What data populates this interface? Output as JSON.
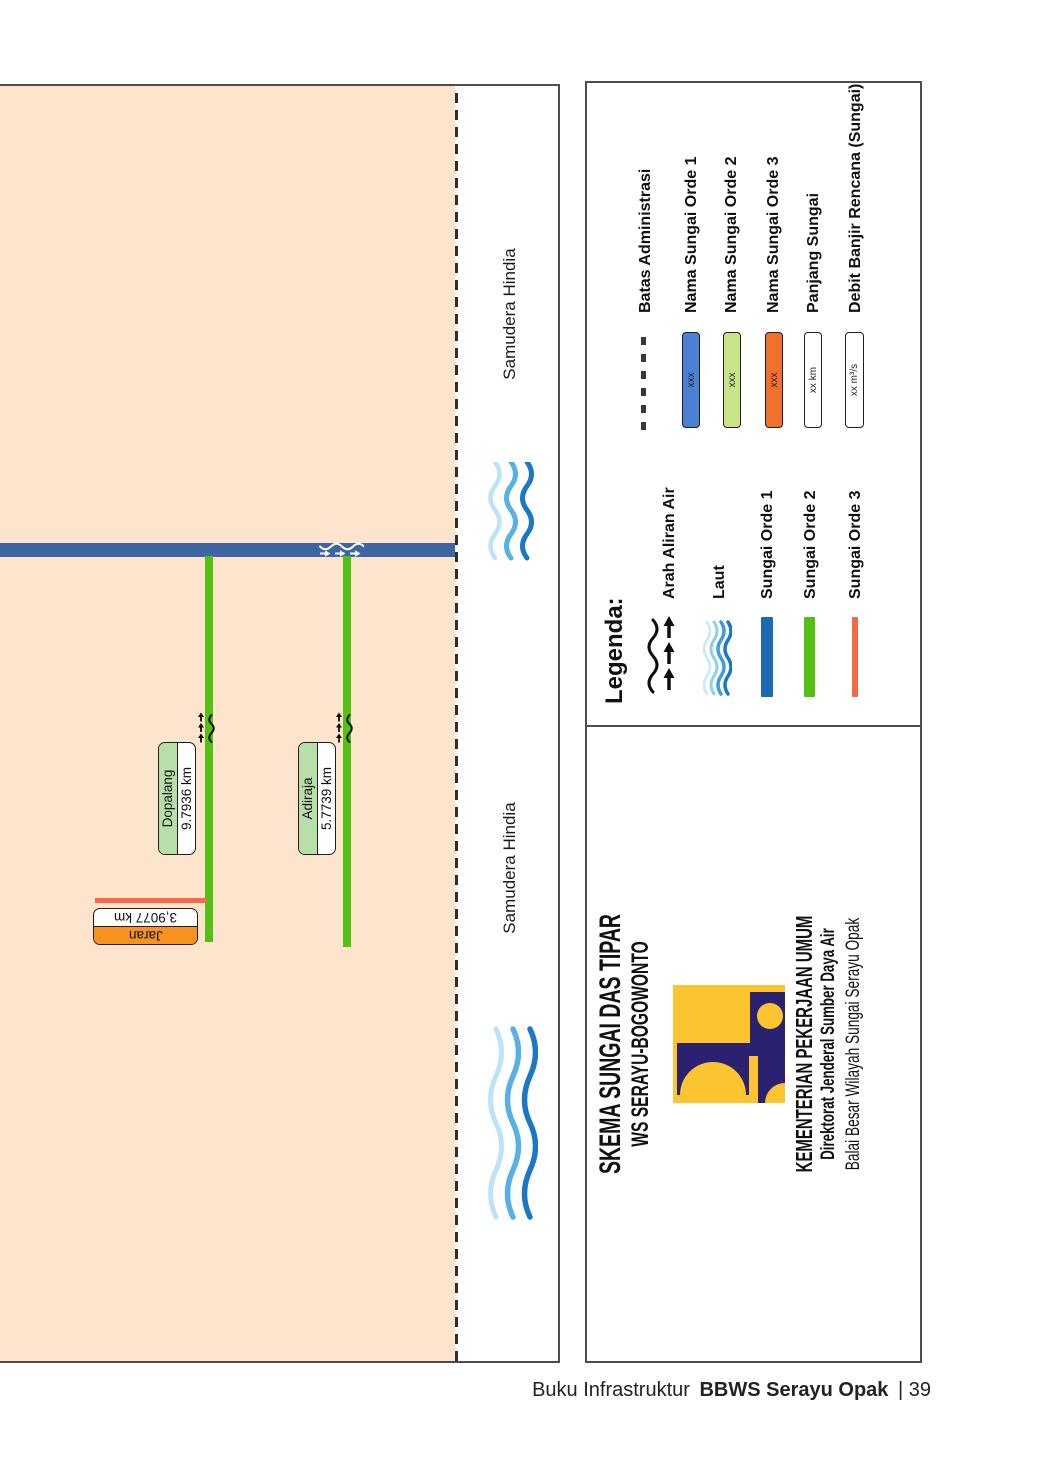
{
  "page": {
    "footer": {
      "prefix": "Buku Infrastruktur",
      "brand": "BBWS Serayu Opak",
      "suffix": "| 39"
    }
  },
  "map": {
    "sea_labels": [
      "Samudera Hindia",
      "Samudera Hindia"
    ],
    "rivers": [
      {
        "id": "dopalang",
        "name": "Dopalang",
        "length": "9.7936 km",
        "order": 2
      },
      {
        "id": "adiraja",
        "name": "Adiraja",
        "length": "5.7739 km",
        "order": 2
      },
      {
        "id": "jaran",
        "name": "Jaran",
        "length": "3,9077 km",
        "order": 3
      }
    ]
  },
  "legend": {
    "title": "Legenda:",
    "symbols_column": [
      {
        "label": "Arah Aliran Air",
        "symbol": "flow-arrows-icon"
      },
      {
        "label": "Laut",
        "symbol": "waves-icon"
      },
      {
        "label": "Sungai Orde 1",
        "symbol": "bar-blue"
      },
      {
        "label": "Sungai Orde 2",
        "symbol": "bar-green"
      },
      {
        "label": "Sungai Orde 3",
        "symbol": "bar-orange"
      }
    ],
    "labels_column": [
      {
        "label": "Batas Administrasi",
        "symbol": "dashed-line",
        "value": ""
      },
      {
        "label": "Nama Sungai Orde 1",
        "symbol": "box-blue",
        "value": "xxx"
      },
      {
        "label": "Nama Sungai Orde 2",
        "symbol": "box-green",
        "value": "xxx"
      },
      {
        "label": "Nama Sungai Orde 3",
        "symbol": "box-orange",
        "value": "xxx"
      },
      {
        "label": "Panjang Sungai",
        "symbol": "box-white",
        "value": "xx km"
      },
      {
        "label": "Debit Banjir Rencana (Sungai)",
        "symbol": "box-white",
        "value": "xx m³/s"
      }
    ]
  },
  "title_block": {
    "title": "SKEMA SUNGAI DAS TIPAR",
    "subtitle": "WS SERAYU-BOGOWONTO",
    "agency": "KEMENTERIAN PEKERJAAN UMUM",
    "directorate": "Direktorat Jenderal Sumber Daya Air",
    "office": "Balai Besar Wilayah Sungai Serayu Opak",
    "logo": "pu-logo"
  },
  "colors": {
    "land": "#fce5cc",
    "river_orde1": "#3d66a3",
    "river_orde2": "#53c113",
    "river_orde3": "#f4694a",
    "legend_orde1_bar": "#1a6ab4",
    "label_green_fill": "#b9dfa9",
    "label_orange_fill": "#f6921e",
    "nama_orde1_fill": "#4c80d4",
    "nama_orde2_fill": "#c9e388",
    "nama_orde3_fill": "#f2702d",
    "logo_yellow": "#fdc432",
    "logo_navy": "#2a2171",
    "wave_blues": [
      "#bfe3f6",
      "#58b1e4",
      "#1b78c4"
    ]
  }
}
